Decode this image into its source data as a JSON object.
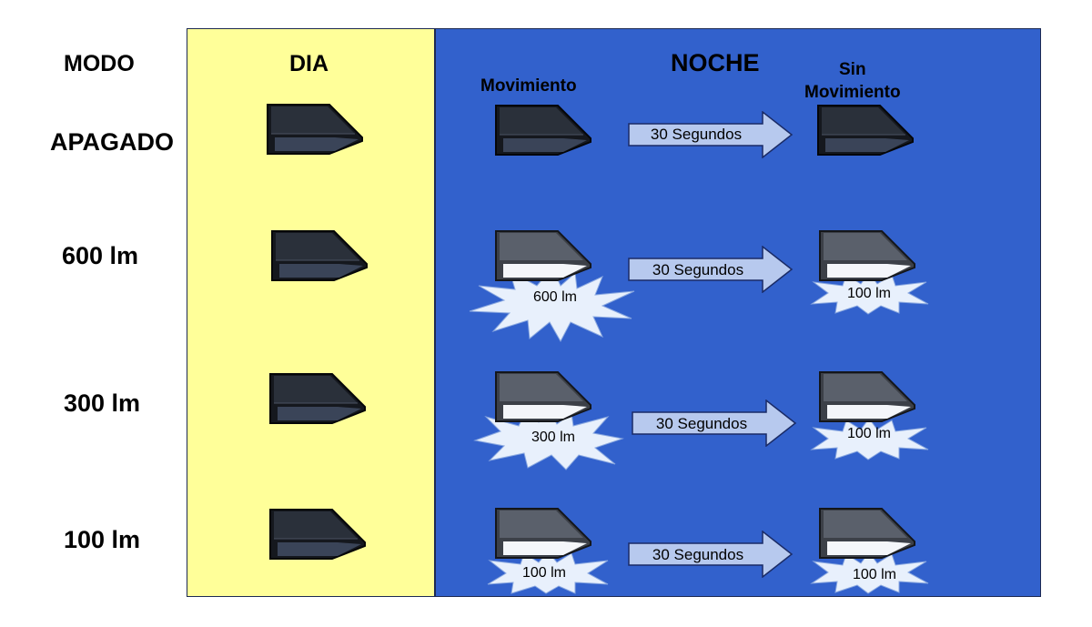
{
  "header": {
    "modo": "MODO",
    "dia": "DIA",
    "noche": "NOCHE",
    "movimiento": "Movimiento",
    "sin_movimiento_line1": "Sin",
    "sin_movimiento_line2": "Movimiento"
  },
  "colors": {
    "dia_background": "#ffff99",
    "noche_background": "#3261cc",
    "arrow_fill": "#b7c9ee",
    "burst_fill": "#e8f0fc"
  },
  "rows": [
    {
      "mode": "APAGADO",
      "arrow_label": "30 Segundos",
      "motion_output": "",
      "no_motion_output": ""
    },
    {
      "mode": "600 lm",
      "arrow_label": "30 Segundos",
      "motion_output": "600 lm",
      "no_motion_output": "100 lm"
    },
    {
      "mode": "300 lm",
      "arrow_label": "30 Segundos",
      "motion_output": "300 lm",
      "no_motion_output": "100 lm"
    },
    {
      "mode": "100 lm",
      "arrow_label": "30 Segundos",
      "motion_output": "100 lm",
      "no_motion_output": "100 lm"
    }
  ]
}
